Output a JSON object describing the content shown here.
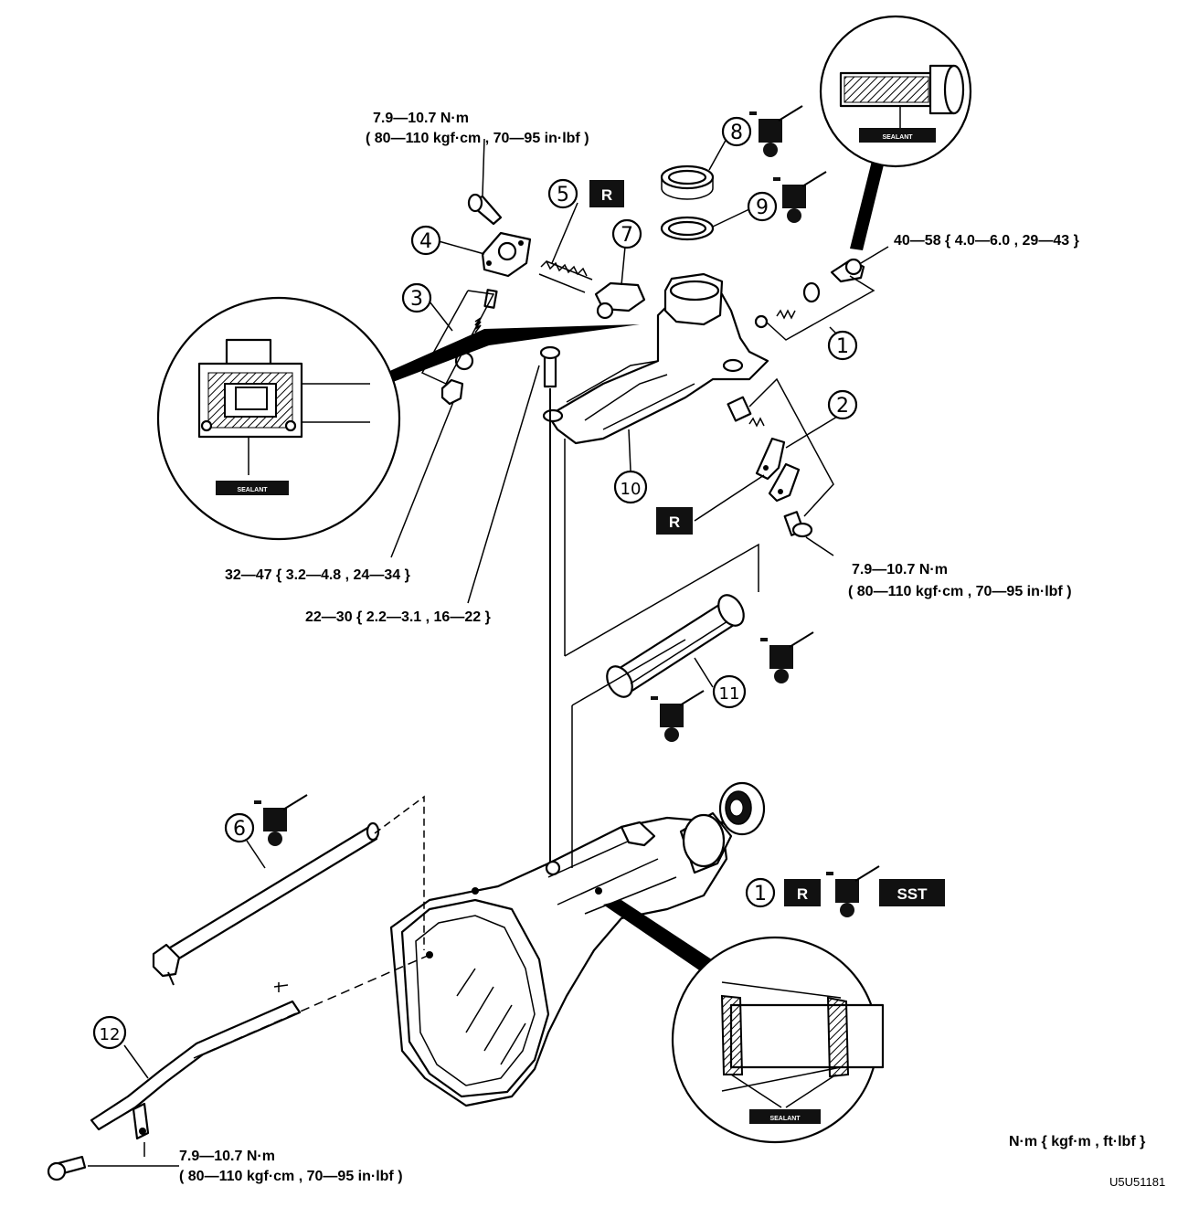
{
  "torque": {
    "t1_line1": "7.9—10.7 N·m",
    "t1_line2": "( 80—110 kgf·cm , 70—95 in·lbf )",
    "t2": "40—58 { 4.0—6.0 , 29—43 }",
    "t3": "32—47 { 3.2—4.8 , 24—34 }",
    "t4": "22—30 { 2.2—3.1 , 16—22 }",
    "t5_line1": "7.9—10.7 N·m",
    "t5_line2": "( 80—110 kgf·cm , 70—95 in·lbf )",
    "t6_line1": "7.9—10.7 N·m",
    "t6_line2": "( 80—110 kgf·cm , 70—95 in·lbf )"
  },
  "callouts": {
    "c1a": "1",
    "c1b": "1",
    "c2": "2",
    "c3": "3",
    "c4": "4",
    "c5": "5",
    "c6": "6",
    "c7": "7",
    "c8": "8",
    "c9": "9",
    "c10": "10",
    "c11": "11",
    "c12": "12"
  },
  "tags": {
    "r": "R",
    "sst": "SST",
    "oil": "OIL",
    "sealant": "SEALANT"
  },
  "units_note": "N·m { kgf·m , ft·lbf }",
  "figure_id": "U5U51181"
}
